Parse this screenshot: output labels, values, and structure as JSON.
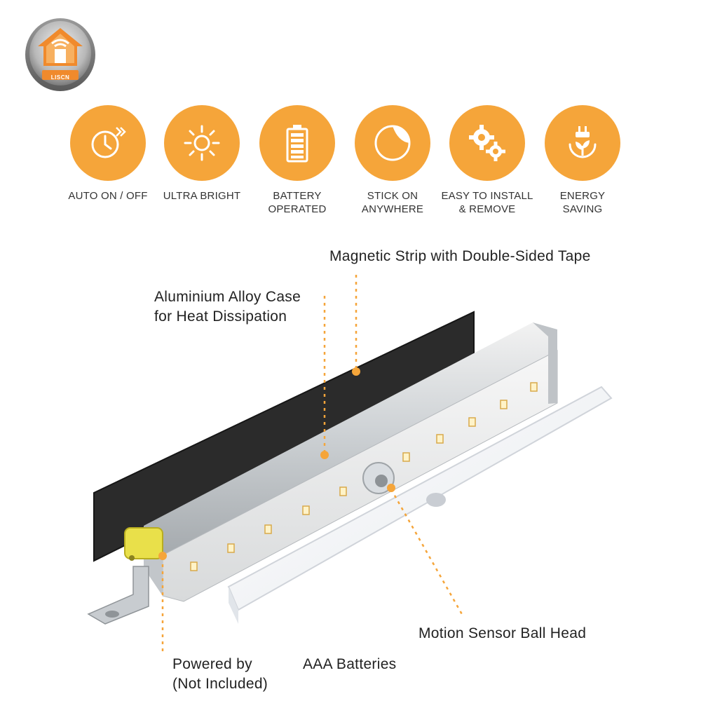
{
  "brand": {
    "logo_text": "LISCN"
  },
  "colors": {
    "accent": "#f5a53a",
    "text": "#333333",
    "dotted": "#f5a53a"
  },
  "features": [
    {
      "icon": "timer-icon",
      "line1": "AUTO ON / OFF",
      "line2": ""
    },
    {
      "icon": "sun-icon",
      "line1": "ULTRA BRIGHT",
      "line2": ""
    },
    {
      "icon": "battery-icon",
      "line1": "BATTERY",
      "line2": "OPERATED"
    },
    {
      "icon": "stick-icon",
      "line1": "STICK ON",
      "line2": "ANYWHERE"
    },
    {
      "icon": "gears-icon",
      "line1": "EASY TO INSTALL",
      "line2": "& REMOVE"
    },
    {
      "icon": "eco-plug-icon",
      "line1": "ENERGY",
      "line2": "SAVING"
    }
  ],
  "callouts": {
    "magnetic": "Magnetic Strip with Double-Sided Tape",
    "case_line1": "Aluminium Alloy Case",
    "case_line2": "for Heat Dissipation",
    "sensor": "Motion Sensor Ball Head",
    "powered_line1": "Powered by",
    "powered_line2": "(Not Included)",
    "batteries": "AAA Batteries"
  }
}
